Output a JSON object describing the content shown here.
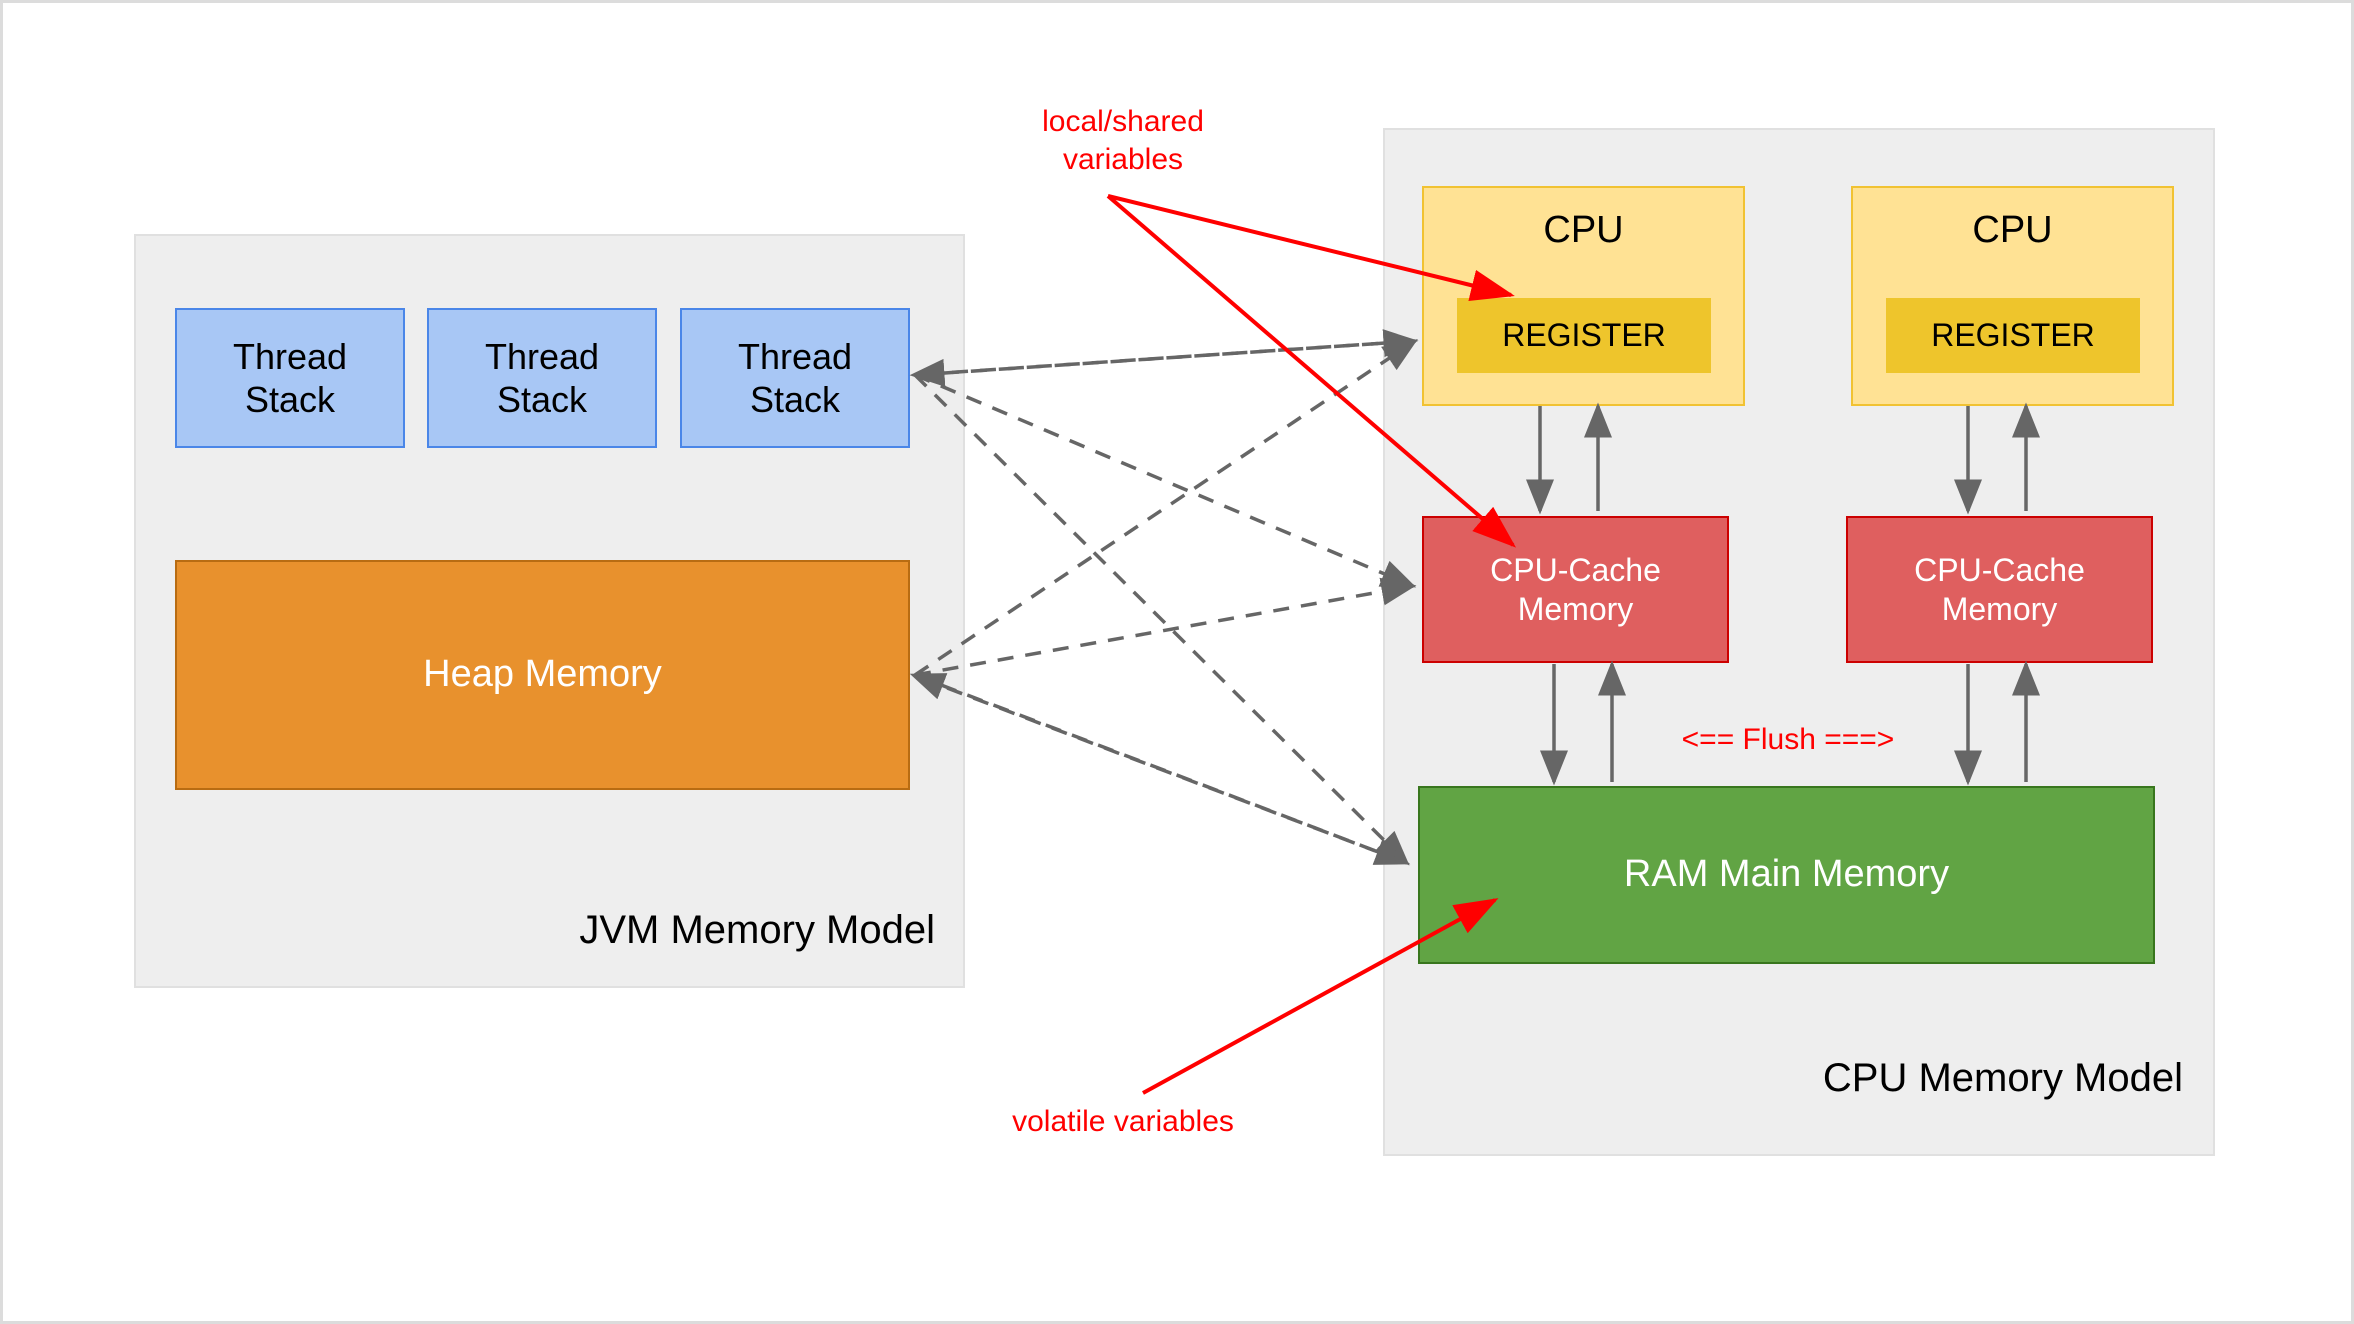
{
  "diagram": {
    "title_jvm": "JVM Memory Model",
    "title_cpu": "CPU Memory Model"
  },
  "jvm": {
    "label": "JVM Memory Model",
    "thread_stacks": [
      {
        "label": "Thread\nStack"
      },
      {
        "label": "Thread\nStack"
      },
      {
        "label": "Thread\nStack"
      }
    ],
    "heap": {
      "label": "Heap Memory"
    }
  },
  "cpu_model": {
    "label": "CPU Memory Model",
    "cpus": [
      {
        "label": "CPU",
        "register": "REGISTER",
        "cache": "CPU-Cache\nMemory"
      },
      {
        "label": "CPU",
        "register": "REGISTER",
        "cache": "CPU-Cache\nMemory"
      }
    ],
    "ram": {
      "label": "RAM Main Memory"
    },
    "flush": {
      "label": "<== Flush ===>"
    }
  },
  "annotations": {
    "local_shared": "local/shared\nvariables",
    "volatile": "volatile variables"
  },
  "colors": {
    "thread_stack_fill": "#a8c7f5",
    "thread_stack_stroke": "#4a86e8",
    "heap_fill": "#e8912d",
    "heap_stroke": "#b86c12",
    "cpu_fill": "#ffe294",
    "cpu_stroke": "#f1c232",
    "register_fill": "#eec52c",
    "cache_fill": "#df5f5f",
    "cache_stroke": "#cc0000",
    "ram_fill": "#61a444",
    "ram_stroke": "#38761d",
    "group_fill": "#eeeeee",
    "annotation_red": "#ff0000",
    "arrow_gray": "#666666"
  }
}
